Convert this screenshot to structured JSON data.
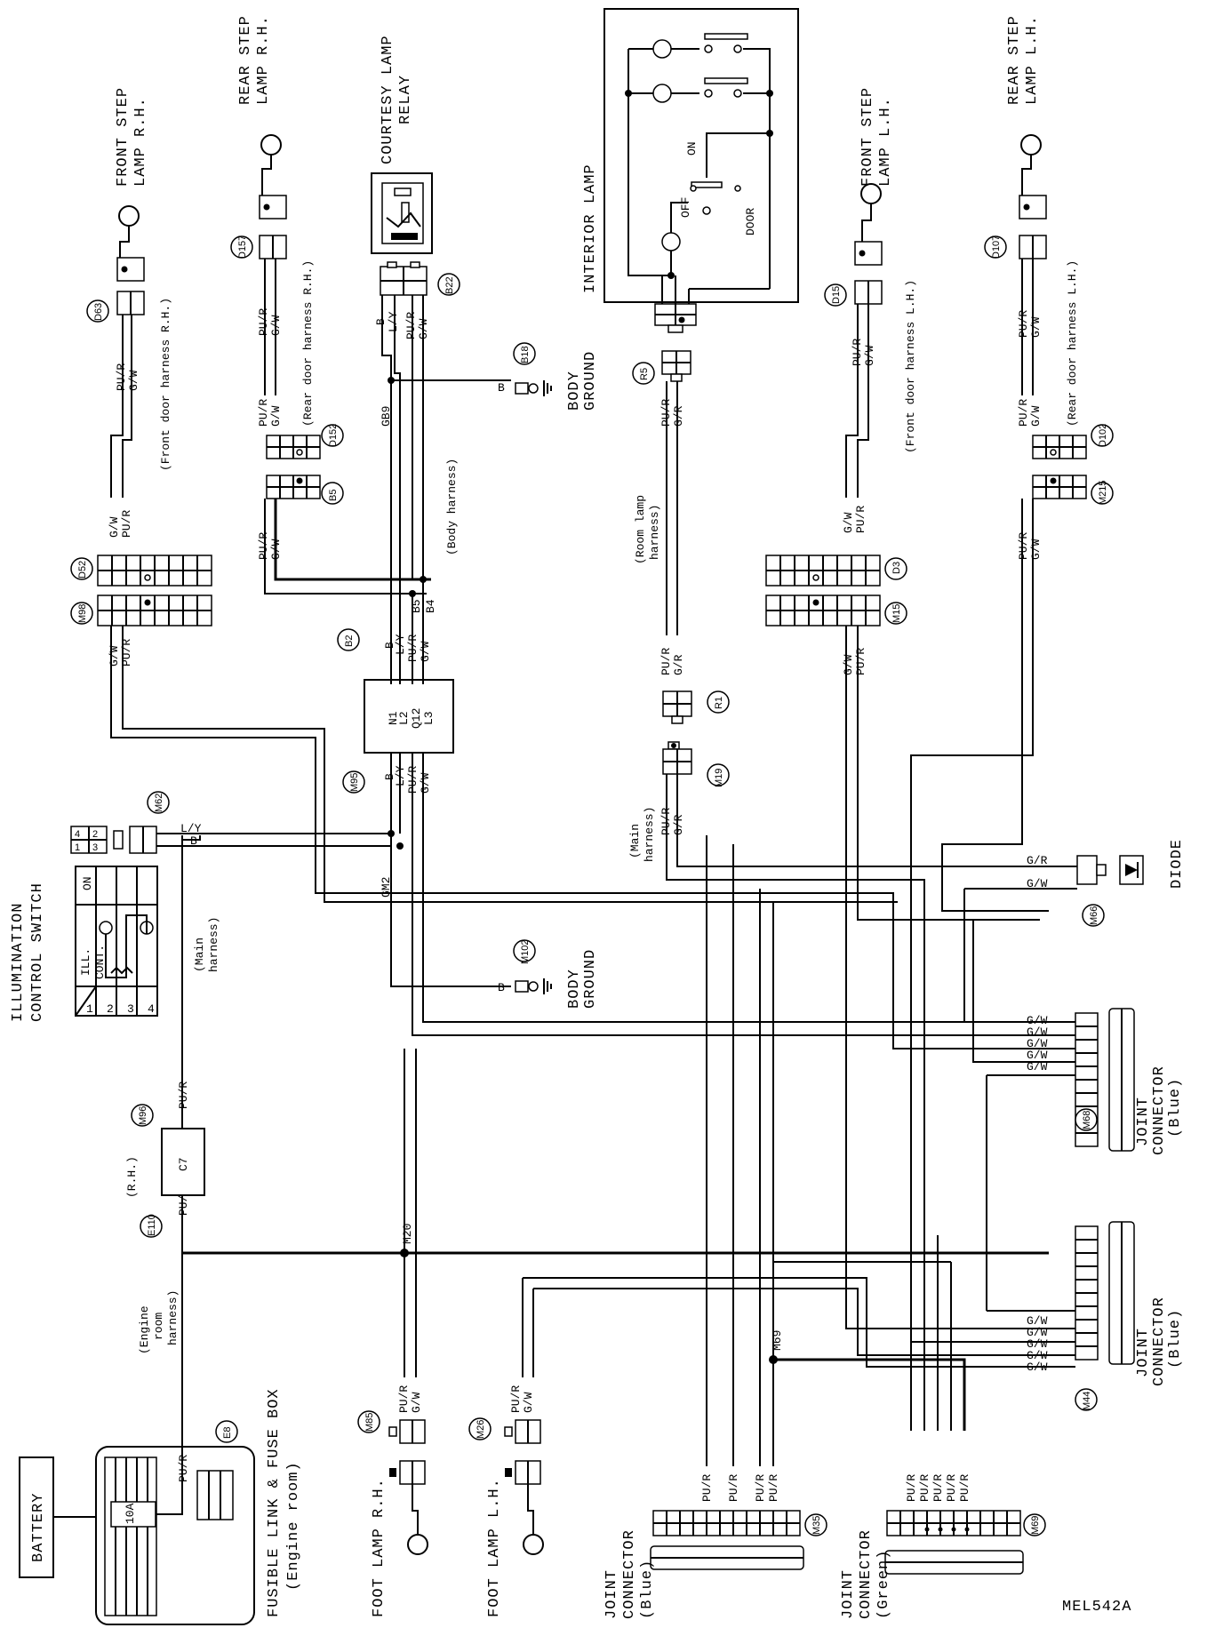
{
  "components": {
    "battery": "BATTERY",
    "fusible_link_title": "FUSIBLE LINK & FUSE BOX",
    "fusible_link_sub": "(Engine room)",
    "fuse": "10A",
    "illum_switch_title": "ILLUMINATION",
    "illum_switch_title2": "CONTROL SWITCH",
    "illum_switch_ill": "ILL.",
    "illum_switch_cont": "CONT.",
    "illum_switch_on": "ON",
    "front_step_rh": [
      "FRONT STEP",
      "LAMP R.H."
    ],
    "rear_step_rh": [
      "REAR STEP",
      "LAMP R.H."
    ],
    "courtesy_relay": [
      "COURTESY LAMP",
      "RELAY"
    ],
    "interior_lamp": "INTERIOR LAMP",
    "interior_on": "ON",
    "interior_off": "OFF",
    "interior_door": "DOOR",
    "front_step_lh": [
      "FRONT STEP",
      "LAMP L.H."
    ],
    "rear_step_lh": [
      "REAR STEP",
      "LAMP L.H."
    ],
    "body_ground": [
      "BODY",
      "GROUND"
    ],
    "diode": "DIODE",
    "joint_blue": [
      "JOINT",
      "CONNECTOR",
      "(Blue)"
    ],
    "joint_green": [
      "JOINT",
      "CONNECTOR",
      "(Green)"
    ],
    "foot_rh": "FOOT LAMP R.H.",
    "foot_lh": "FOOT LAMP L.H.",
    "c7": "C7",
    "rh": "(R.H.)",
    "diagram_code": "MEL542A"
  },
  "harness": {
    "front_rh": "(Front door harness R.H.)",
    "rear_rh": "(Rear door harness R.H.)",
    "body": "(Body harness)",
    "room": [
      "(Room lamp",
      "harness)"
    ],
    "main1": [
      "(Main",
      "harness)"
    ],
    "main2": [
      "(Main",
      "harness)"
    ],
    "engine": [
      "(Engine",
      "room",
      "harness)"
    ],
    "front_lh": "(Front door harness L.H.)",
    "rear_lh": "(Rear door harness L.H.)"
  },
  "connectors": {
    "E8": "E8",
    "E110": "E110",
    "M96": "M96",
    "M62": "M62",
    "M98": "M98",
    "D52": "D52",
    "D63": "D63",
    "D157": "D157",
    "D152": "D152",
    "B5": "B5",
    "B22": "B22",
    "B18": "B18",
    "B2": "B2",
    "M95": "M95",
    "R5": "R5",
    "R1": "R1",
    "M19": "M19",
    "D15": "D15",
    "D3": "D3",
    "M15": "M15",
    "D107": "D107",
    "D102": "D102",
    "M215": "M215",
    "M66": "M66",
    "M102": "M102",
    "M68": "M68",
    "M44": "M44",
    "M35": "M35",
    "M69": "M69",
    "M85": "M85",
    "M26": "M26"
  },
  "wires": {
    "pur": "PU/R",
    "gw": "G/W",
    "gr": "G/R",
    "b": "B",
    "ly": "L/Y",
    "b_short": "B",
    "ly_short": "L/Y"
  },
  "splices": {
    "gb9": "GB9",
    "gm2": "GM2",
    "m20": "M20",
    "m69": "M69",
    "b4": "B4",
    "b5": "B5"
  },
  "pins_b2": [
    "N1",
    "L2",
    "Q12",
    "L3"
  ],
  "switch_pins": [
    "1",
    "2",
    "3",
    "4"
  ],
  "m62_pins": [
    "4",
    "1",
    "2",
    "3"
  ]
}
